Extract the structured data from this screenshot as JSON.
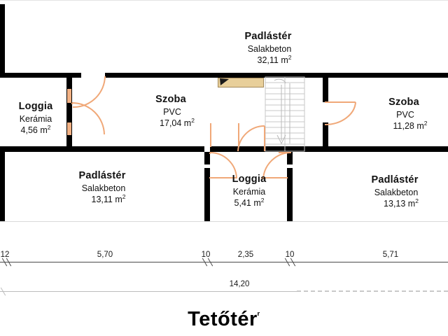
{
  "document": {
    "title": "Tetőtér",
    "title_suffix": "ʳ",
    "type": "floor-plan"
  },
  "rooms": [
    {
      "id": "attic-top",
      "name": "Padlástér",
      "material": "Salakbeton",
      "area": "32,11 m",
      "unit_sup": "2"
    },
    {
      "id": "loggia-left",
      "name": "Loggia",
      "material": "Kerámia",
      "area": "4,56 m",
      "unit_sup": "2"
    },
    {
      "id": "room-left",
      "name": "Szoba",
      "material": "PVC",
      "area": "17,04 m",
      "unit_sup": "2"
    },
    {
      "id": "room-right",
      "name": "Szoba",
      "material": "PVC",
      "area": "11,28 m",
      "unit_sup": "2"
    },
    {
      "id": "attic-bottom-left",
      "name": "Padlástér",
      "material": "Salakbeton",
      "area": "13,11 m",
      "unit_sup": "2"
    },
    {
      "id": "loggia-bottom",
      "name": "Loggia",
      "material": "Kerámia",
      "area": "5,41 m",
      "unit_sup": "2"
    },
    {
      "id": "attic-bottom-right",
      "name": "Padlástér",
      "material": "Salakbeton",
      "area": "13,13 m",
      "unit_sup": "2"
    }
  ],
  "dimensions": {
    "chain": [
      {
        "label": "12",
        "partial": true
      },
      {
        "label": "5,70",
        "partial": false
      },
      {
        "label": "10",
        "partial": false
      },
      {
        "label": "2,35",
        "partial": false
      },
      {
        "label": "10",
        "partial": false
      },
      {
        "label": "5,71",
        "partial": false
      }
    ],
    "total": {
      "label": "14,20"
    }
  },
  "colors": {
    "wall": "#000000",
    "door_swing": "#f0a878",
    "opening": "#f2b184",
    "slab": "#e8cf9a",
    "stair": "#c9c9c9",
    "dimension": "#4a4a4a",
    "text": "#111111"
  },
  "icons": {
    "stair": "staircase-icon",
    "stair_direction": "stair-arrow-icon",
    "door": "door-swing-icon",
    "window": "window-opening-icon"
  }
}
